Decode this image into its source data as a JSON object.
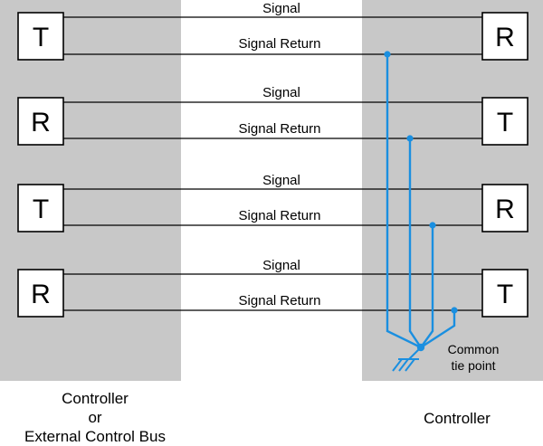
{
  "rows": [
    {
      "left": "T",
      "right": "R",
      "signal": "Signal",
      "return": "Signal Return"
    },
    {
      "left": "R",
      "right": "T",
      "signal": "Signal",
      "return": "Signal Return"
    },
    {
      "left": "T",
      "right": "R",
      "signal": "Signal",
      "return": "Signal Return"
    },
    {
      "left": "R",
      "right": "T",
      "signal": "Signal",
      "return": "Signal Return"
    }
  ],
  "tie_point": {
    "line1": "Common",
    "line2": "tie point"
  },
  "captions": {
    "left": [
      "Controller",
      "or",
      "External Control Bus"
    ],
    "right": "Controller"
  },
  "colors": {
    "panel": "#c8c8c8",
    "tie": "#1a8fe0"
  },
  "icons": {
    "ground": "ground-icon"
  }
}
